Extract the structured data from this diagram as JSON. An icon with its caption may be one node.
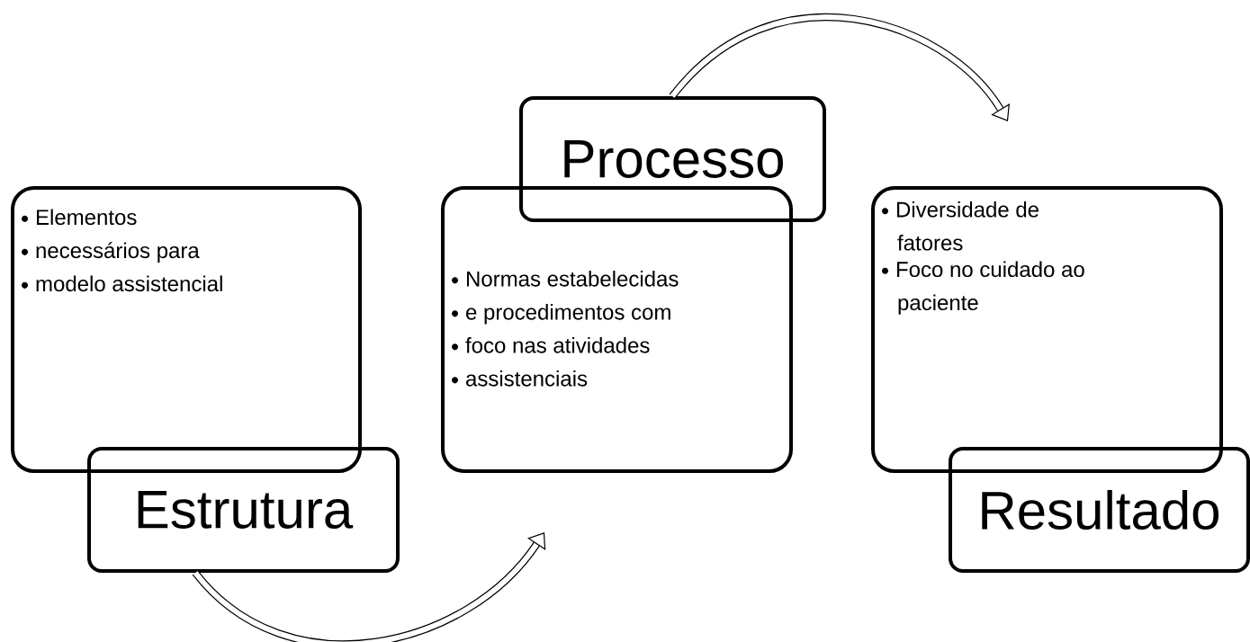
{
  "diagram": {
    "nodes": [
      {
        "text": [
          "Elementos",
          "necessários para",
          "modelo assistencial"
        ]
      },
      {
        "text": [
          "Estrutura"
        ]
      },
      {
        "text": [
          "Processo"
        ]
      },
      {
        "text": [
          "Normas estabelecidas",
          "e procedimentos com",
          "foco nas atividades",
          "assistenciais"
        ]
      },
      {
        "text": [
          "Diversidade de fatores",
          "Foco no cuidado ao paciente"
        ]
      },
      {
        "text": [
          "Resultado"
        ]
      }
    ],
    "edges": [
      {
        "from": 1,
        "to": null,
        "arrow": "to"
      },
      {
        "from": 2,
        "to": null,
        "arrow": "to"
      }
    ]
  }
}
